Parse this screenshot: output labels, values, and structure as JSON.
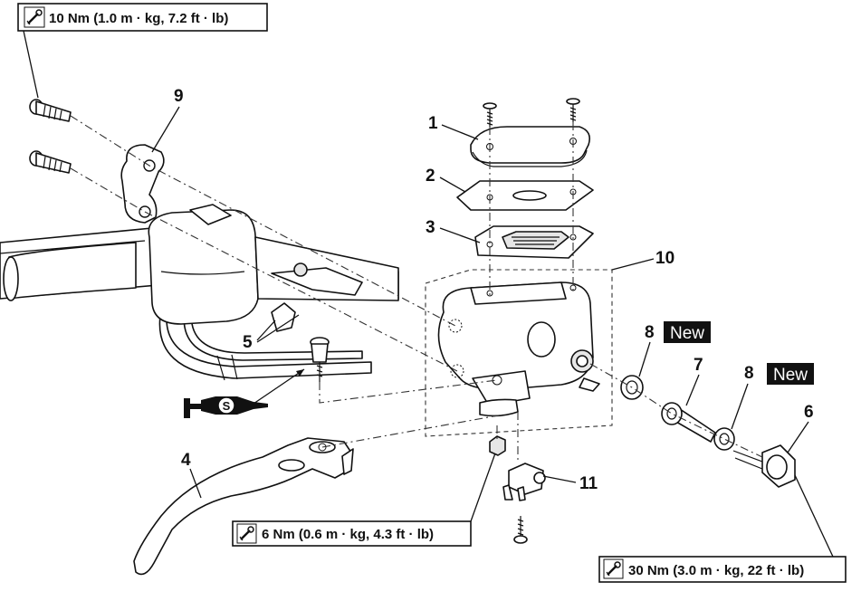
{
  "torque_specs": {
    "top_left": "10 Nm (1.0 m · kg, 7.2 ft · lb)",
    "middle": "6 Nm (0.6 m · kg, 4.3 ft · lb)",
    "bottom_right": "30 Nm (3.0 m · kg, 22 ft · lb)"
  },
  "callouts": {
    "p1": "1",
    "p2": "2",
    "p3": "3",
    "p4": "4",
    "p5": "5",
    "p6": "6",
    "p7": "7",
    "p8a": "8",
    "p8b": "8",
    "p9": "9",
    "p10": "10",
    "p11": "11"
  },
  "new_badges": {
    "a": "New",
    "b": "New"
  },
  "lubricant_symbol": "S",
  "icons": {
    "torque": "torque-wrench-icon",
    "lubricant": "silicone-grease-icon"
  }
}
